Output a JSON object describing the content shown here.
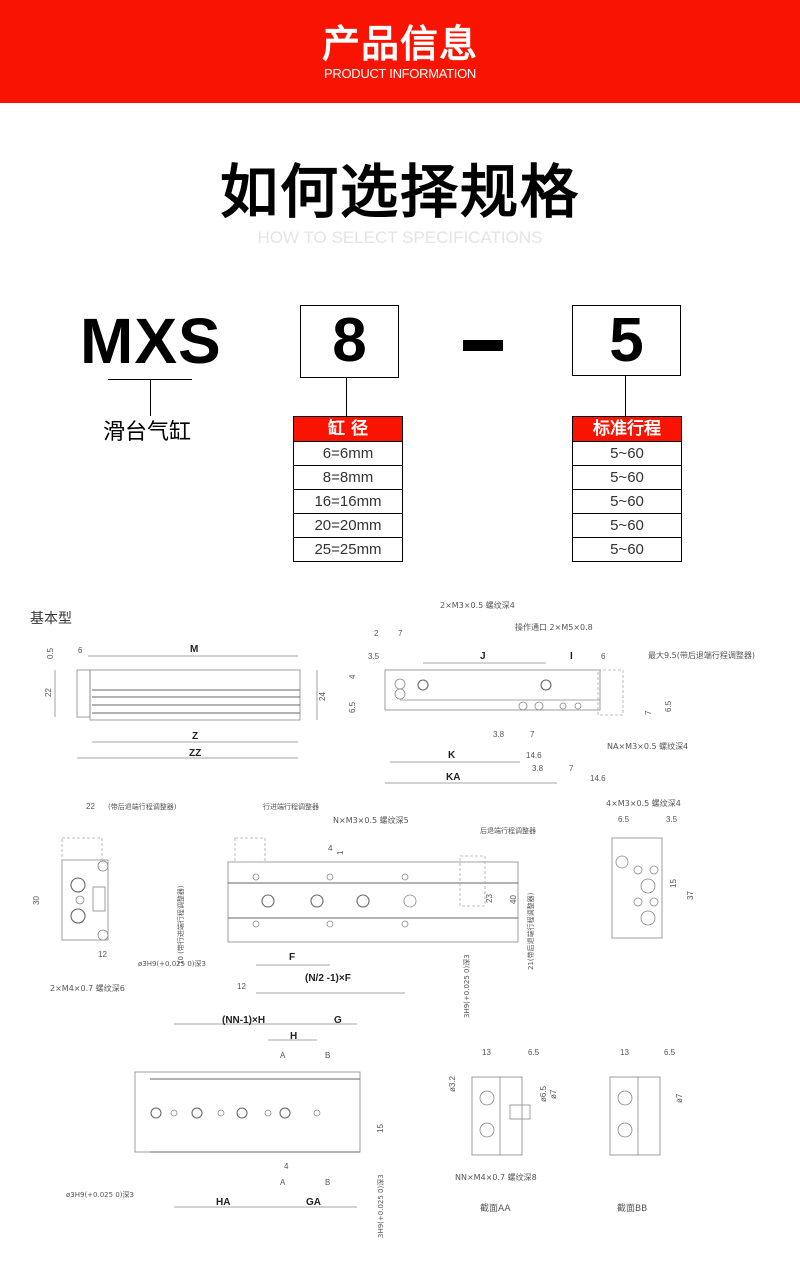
{
  "header": {
    "title": "产品信息",
    "subtitle": "PRODUCT INFORMATION"
  },
  "section": {
    "title": "如何选择规格",
    "subtitle": "HOW TO SELECT SPECIFICATIONS"
  },
  "model_code": {
    "series": "MXS",
    "series_desc": "滑台气缸",
    "bore_value": "8",
    "separator": "-",
    "stroke_value": "5",
    "bore_table": {
      "header": "缸 径",
      "rows": [
        "6=6mm",
        "8=8mm",
        "16=16mm",
        "20=20mm",
        "25=25mm"
      ]
    },
    "stroke_table": {
      "header": "标准行程",
      "rows": [
        "5~60",
        "5~60",
        "5~60",
        "5~60",
        "5~60"
      ]
    }
  },
  "colors": {
    "accent": "#f81400"
  },
  "drawing": {
    "title": "基本型",
    "side": {
      "M": "M",
      "d6": "6",
      "d05": "0.5",
      "d22": "22",
      "d24": "24",
      "Z": "Z",
      "ZZ": "ZZ"
    },
    "top": {
      "note_tap": "2×M3×0.5 螺纹深4",
      "note_port": "操作通口 2×M5×0.8",
      "note_max": "最大9.5(带后退端行程调整器)",
      "J": "J",
      "I": "I",
      "d6": "6",
      "d2": "2",
      "d7": "7",
      "d35": "3.5",
      "d4": "4",
      "d65a": "6.5",
      "d65b": "6.5",
      "d7b": "7",
      "d38a": "3.8",
      "d7c": "7",
      "K": "K",
      "d146a": "14.6",
      "note_na": "NA×M3×0.5 螺纹深4",
      "d38b": "3.8",
      "d7d": "7",
      "KA": "KA",
      "d146b": "14.6"
    },
    "end": {
      "d22": "22",
      "note_adj": "(带后退端行程调整器)",
      "d30": "30",
      "d12": "12",
      "note_m4": "2×M4×0.7 螺纹深6"
    },
    "front": {
      "note_fwd_adj": "行进端行程调整器",
      "note_n": "N×M3×0.5 螺纹深5",
      "note_back_adj": "后退端行程调整器",
      "d4": "4",
      "d1": "1",
      "d10": "10 (带行进端行程调整器)",
      "note_pin": "ø3H9(+0.025 0)深3",
      "F": "F",
      "NF": "(N/2 -1)×F",
      "d12": "12",
      "d23": "23",
      "d40": "40",
      "d21": "21(带后退端行程调整器)",
      "note_pin2": "3H9(+0.025 0)深3"
    },
    "rear": {
      "note": "4×M3×0.5 螺纹深4",
      "d65": "6.5",
      "d35": "3.5",
      "d15": "15",
      "d37": "37"
    },
    "bottom": {
      "NNH": "(NN-1)×H",
      "G": "G",
      "H": "H",
      "A1": "A",
      "B1": "B",
      "d15": "15",
      "d4": "4",
      "A2": "A",
      "B2": "B",
      "note_pin": "ø3H9(+0.025 0)深3",
      "HA": "HA",
      "GA": "GA",
      "note_pin2": "3H9(+0.025 0)深3"
    },
    "section_aa": {
      "d13": "13",
      "d65": "6.5",
      "d32": "ø3.2",
      "d65b": "ø6.5",
      "d7": "ø7",
      "note": "NN×M4×0.7 螺纹深8",
      "title": "截面AA"
    },
    "section_bb": {
      "d13": "13",
      "d65": "6.5",
      "d7": "ø7",
      "title": "截面BB"
    }
  }
}
